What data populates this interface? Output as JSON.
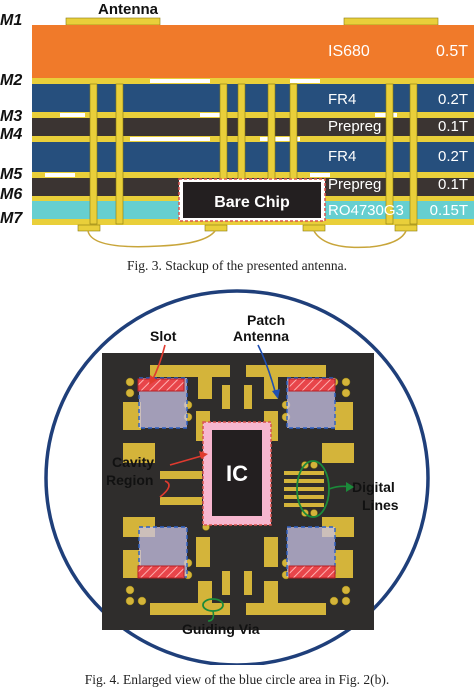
{
  "figure3": {
    "top_label": "Antenna",
    "metal_labels": [
      "M1",
      "M2",
      "M3",
      "M4",
      "M5",
      "M6",
      "M7"
    ],
    "layers": [
      {
        "material": "IS680",
        "thickness": "0.5T",
        "color": "#f07a2a"
      },
      {
        "material": "FR4",
        "thickness": "0.2T",
        "color": "#264f7d"
      },
      {
        "material": "Prepreg",
        "thickness": "0.1T",
        "color": "#3b3432"
      },
      {
        "material": "FR4",
        "thickness": "0.2T",
        "color": "#264f7d"
      },
      {
        "material": "Prepreg",
        "thickness": "0.1T",
        "color": "#3b3432"
      },
      {
        "material": "RO4730G3",
        "thickness": "0.15T",
        "color": "#66cfd0"
      }
    ],
    "chip_label": "Bare Chip",
    "caption": "Fig. 3.  Stackup of the presented antenna."
  },
  "figure4": {
    "labels": {
      "slot": "Slot",
      "patch_line1": "Patch",
      "patch_line2": "Antenna",
      "cavity_line1": "Cavity",
      "cavity_line2": "Region",
      "ic": "IC",
      "digital_line1": "Digital",
      "digital_line2": "Lines",
      "guiding_via": "Guiding Via"
    },
    "caption": "Fig. 4.  Enlarged view of the blue circle area in Fig. 2(b)."
  }
}
